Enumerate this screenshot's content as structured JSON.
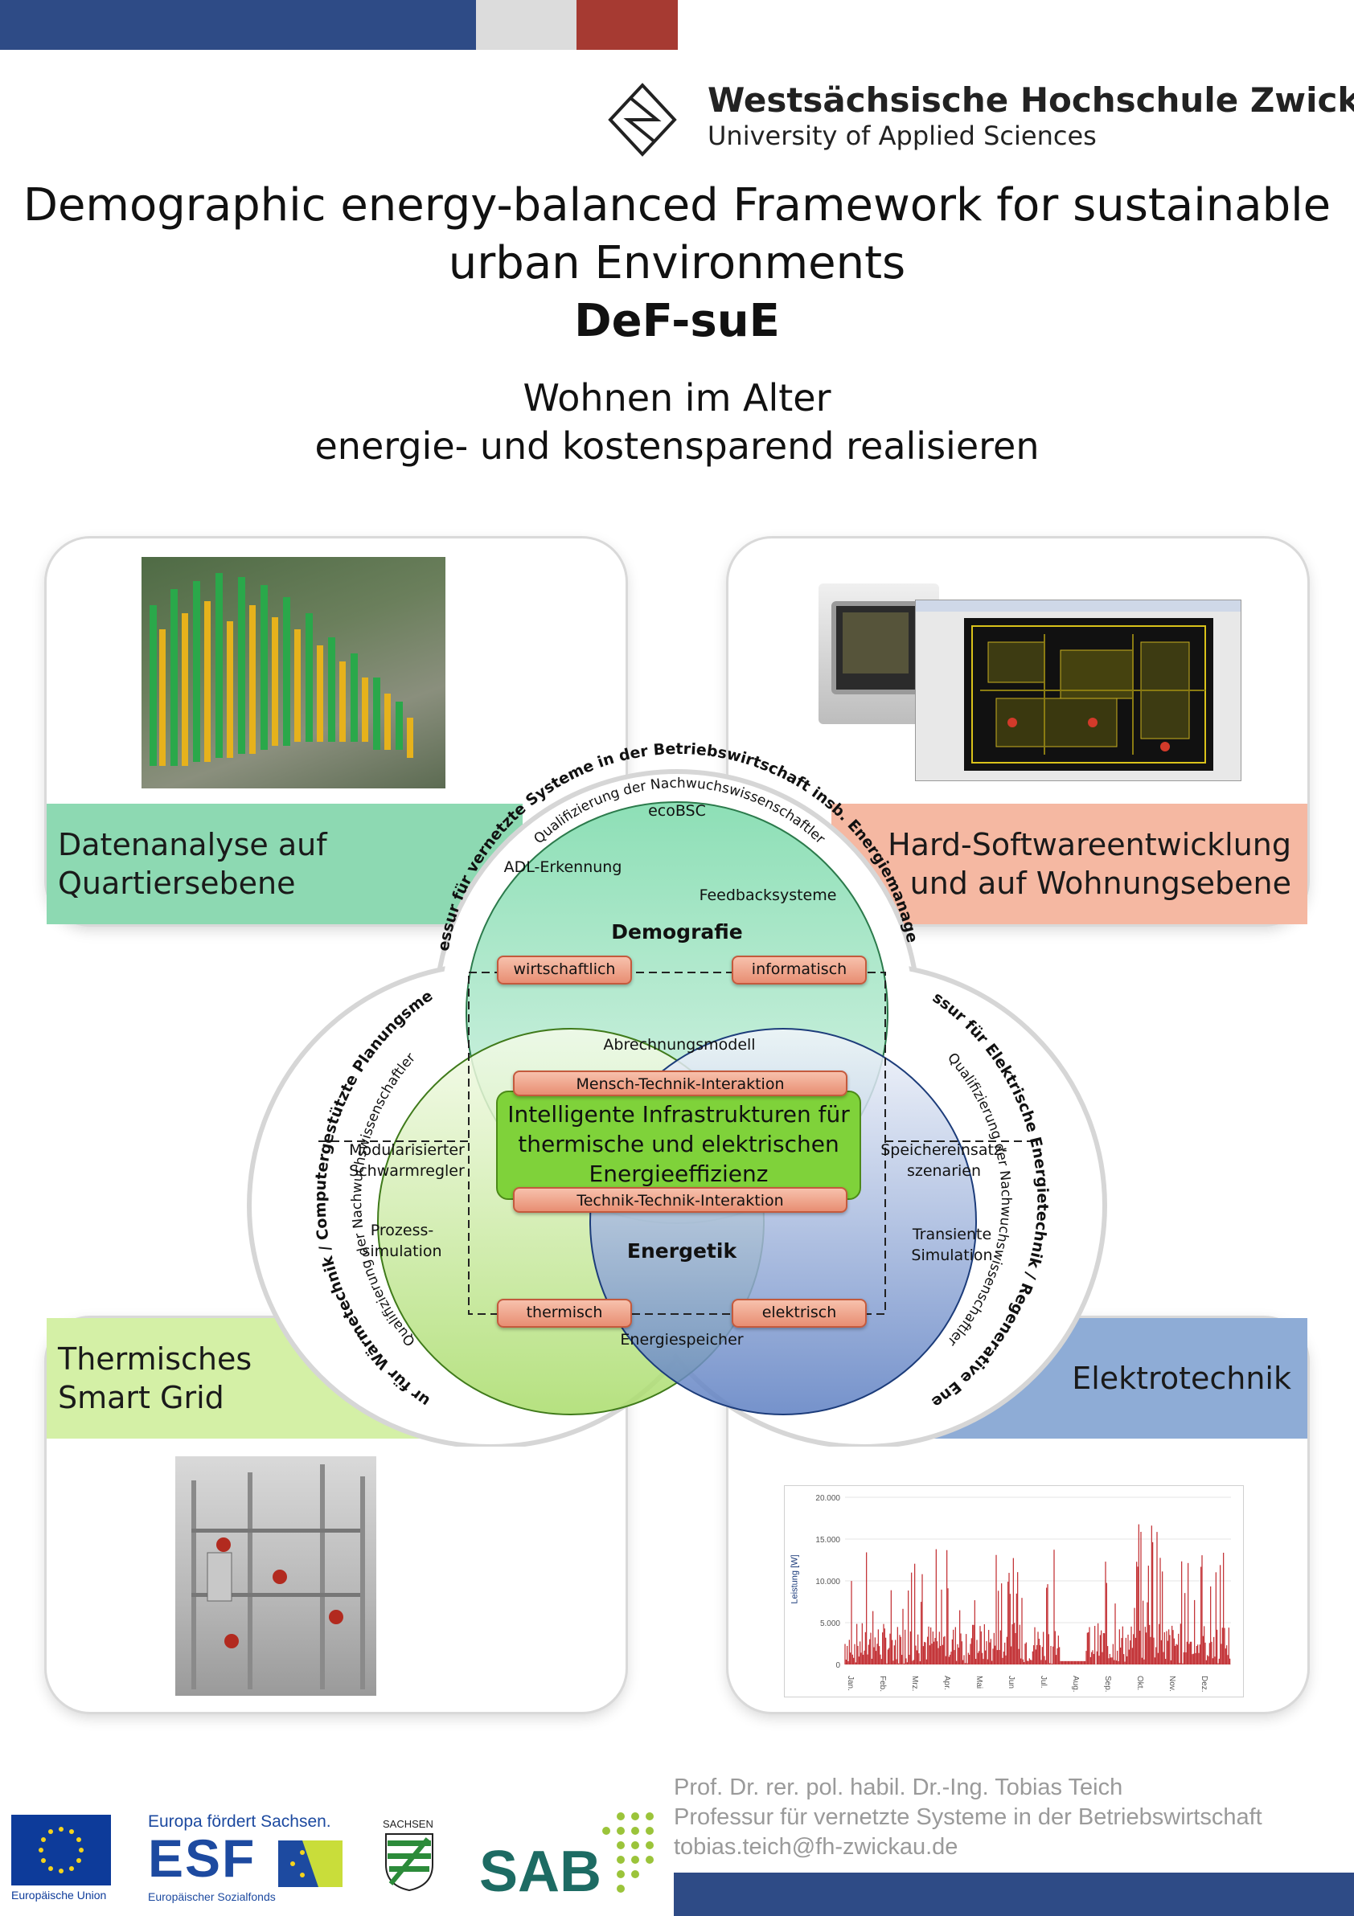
{
  "header": {
    "colors": {
      "blue": "#2e4b86",
      "gray": "#dcdcdc",
      "red": "#a63a32"
    },
    "university_name": "Westsächsische Hochschule Zwickau",
    "university_subtitle": "University of Applied Sciences",
    "logo_icon": "whz-diamond-logo"
  },
  "title": {
    "line1": "Demographic energy-balanced Framework for sustainable",
    "line2": "urban Environments",
    "acronym": "DeF-suE"
  },
  "subtitle": {
    "line1": "Wohnen im Alter",
    "line2": "energie- und kostensparend realisieren"
  },
  "quadrants": {
    "top_left": {
      "line1": "Datenanalyse auf",
      "line2": "Quartiersebene",
      "color": "#8dd9b2"
    },
    "top_right": {
      "line1": "Hard-Softwareentwicklung",
      "line2": "und auf Wohnungsebene",
      "color": "#f5b8a2"
    },
    "bottom_left": {
      "line1": "Thermisches",
      "line2": "Smart Grid",
      "color": "#d4f0a6"
    },
    "bottom_right": {
      "line1": "Elektrotechnik",
      "color": "#8eacd6"
    }
  },
  "diagram": {
    "ring_text_top_bold": "Professur für vernetzte Systeme in der Betriebswirtschaft insb. Energiemanagement",
    "ring_text_top": "Qualifizierung der Nachwuchswissenschaftler",
    "ring_text_left_bold": "Professur für Wärmetechnik / Computergestützte Planungsmethoden",
    "ring_text_left": "Qualifizierung der Nachwuchswissenschaftler",
    "ring_text_right_bold": "Professur für Elektrische Energietechnik / Regenerative Energien",
    "ring_text_right": "Qualifizierung der Nachwuchswissenschaftler",
    "circle_top_title": "Demografie",
    "circle_bottom_title": "Energetik",
    "top_items": [
      "ecoBSC",
      "ADL-Erkennung",
      "Feedbacksysteme"
    ],
    "center_item": "Abrechnungsmodell",
    "left_items": [
      "Modularisierter",
      "Schwarmregler",
      "Prozess-",
      "simulation"
    ],
    "right_items": [
      "Speichereinsatz-",
      "szenarien",
      "Transiente",
      "Simulation"
    ],
    "bottom_item": "Energiespeicher",
    "center_box": [
      "Intelligente Infrastrukturen für",
      "thermische und elektrischen",
      "Energieeffizienz"
    ],
    "tags": {
      "wirtschaftlich": "wirtschaftlich",
      "informatisch": "informatisch",
      "mensch_technik": "Mensch-Technik-Interaktion",
      "technik_technik": "Technik-Technik-Interaktion",
      "thermisch": "thermisch",
      "elektrisch": "elektrisch"
    },
    "colors": {
      "green_top": "#9be3c1",
      "green_left": "#b8e57a",
      "blue_right": "#6f8fca",
      "center_box": "#7fd23a"
    }
  },
  "power_chart": {
    "ylabel": "Leistung [W]",
    "yticks": [
      "20.000",
      "15.000",
      "10.000",
      "5.000",
      "0"
    ],
    "months": [
      "Jan.",
      "Feb.",
      "Mrz.",
      "Apr.",
      "Mai",
      "Jun",
      "Jul.",
      "Aug.",
      "Sep.",
      "Okt.",
      "Nov.",
      "Dez."
    ],
    "color": "#c0282c"
  },
  "footer": {
    "author": "Prof. Dr. rer. pol. habil. Dr.-Ing. Tobias Teich",
    "department": "Professur für vernetzte Systeme in der Betriebswirtschaft",
    "email": "tobias.teich@fh-zwickau.de",
    "eu_label": "Europäische Union",
    "esf_top": "Europa fördert Sachsen.",
    "esf_logo": "ESF",
    "esf_bottom": "Europäischer Sozialfonds",
    "sachsen_label": "SACHSEN",
    "sab_logo": "SAB",
    "footer_bar_color": "#2e4b86"
  }
}
